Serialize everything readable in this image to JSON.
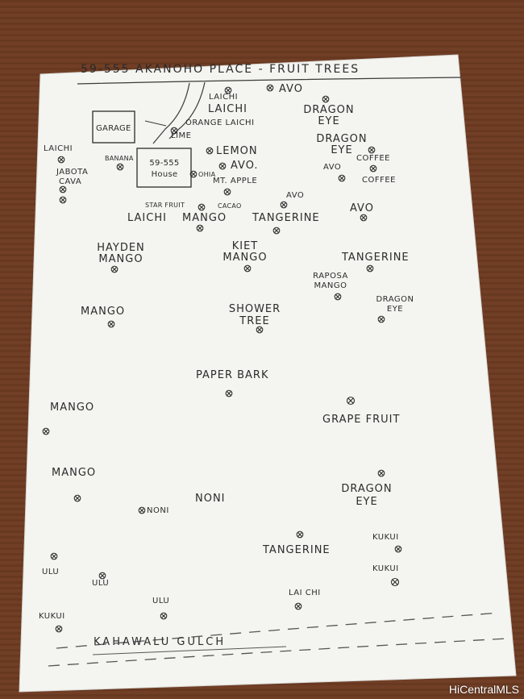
{
  "title": "59-555 AKANOHO PLACE - FRUIT TREES",
  "buildings": {
    "garage": "GARAGE",
    "house": "59-555 House"
  },
  "labels": {
    "laichi_a": "LAICHI",
    "avo_top": "AVO",
    "laichi_b": "LAICHI",
    "dragon_eye_a": "DRAGON EYE",
    "orange_laichi": "ORANGE LAICHI",
    "lime": "LIME",
    "dragon_eye_b": "DRAGON EYE",
    "laichi_left": "LAICHI",
    "banana": "BANANA",
    "lemon": "LEMON",
    "coffee_a": "COFFEE",
    "avo_b": "AVO.",
    "avo_c": "AVO",
    "jabota": "JABOTA",
    "cava": "CAVA",
    "ohia": "OHIA",
    "mt_apple": "MT. APPLE",
    "coffee_b": "COFFEE",
    "avo_d": "AVO",
    "star_fruit": "STAR FRUIT",
    "cacao": "CACAO",
    "avo_e": "AVO",
    "laichi_c": "LAICHI",
    "mango_a": "MANGO",
    "tangerine_a": "TANGERINE",
    "hayden_mango": "HAYDEN MANGO",
    "kiet_mango": "KIET MANGO",
    "tangerine_b": "TANGERINE",
    "raposa_mango": "RAPOSA MANGO",
    "mango_b": "MANGO",
    "shower_tree": "SHOWER TREE",
    "dragon_eye_c": "DRAGON EYE",
    "paper_bark": "PAPER BARK",
    "mango_c": "MANGO",
    "grape_fruit": "GRAPE FRUIT",
    "mango_d": "MANGO",
    "noni_a": "NONI",
    "noni_b": "NONI",
    "dragon_eye_d": "DRAGON EYE",
    "tangerine_c": "TANGERINE",
    "kukui_a": "KUKUI",
    "ulu_a": "ULU",
    "ulu_b": "ULU",
    "kukui_b": "KUKUI",
    "ulu_c": "ULU",
    "lai_chi": "LAI CHI",
    "kukui_c": "KUKUI",
    "gulch": "KAHAWALU GULCH"
  },
  "watermark": "HiCentralMLS"
}
